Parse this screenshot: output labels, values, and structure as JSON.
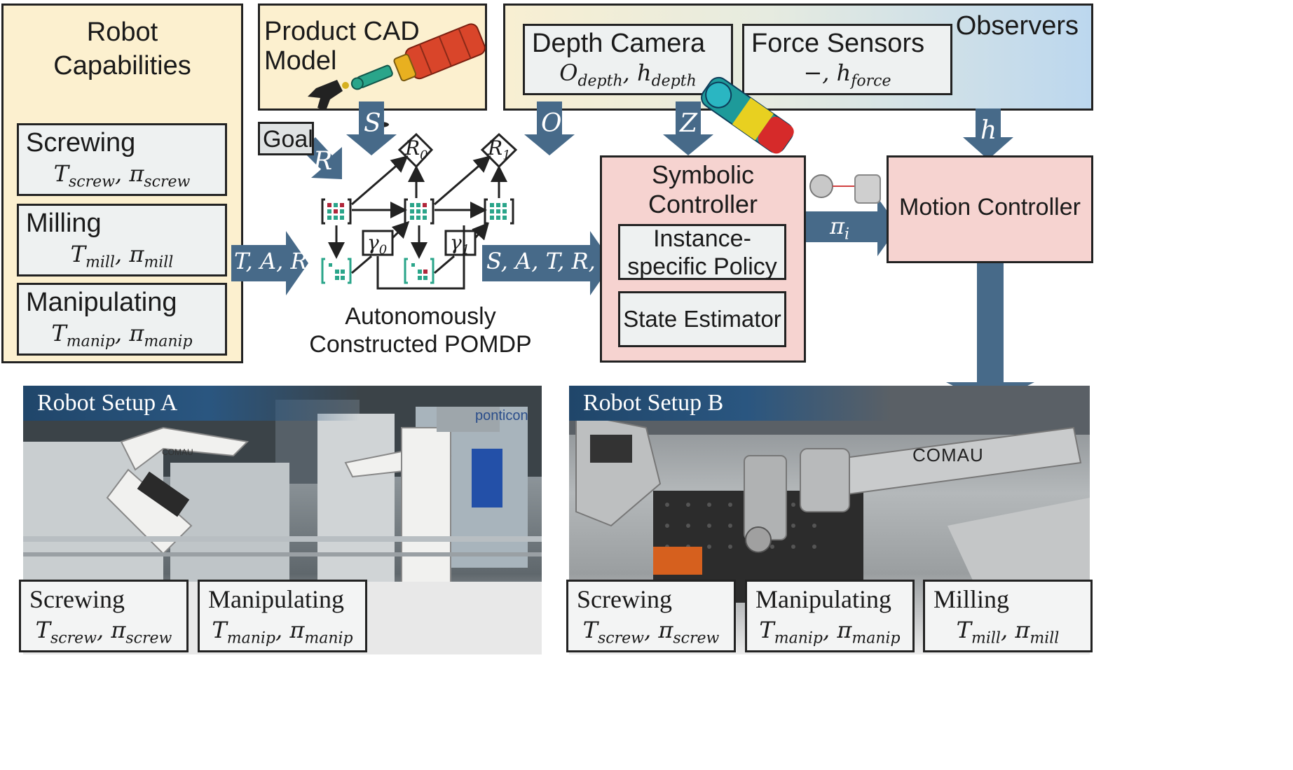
{
  "robot_capabilities": {
    "title_line1": "Robot",
    "title_line2": "Capabilities",
    "items": [
      {
        "name": "Screwing",
        "formula": "T_screw, π_screw"
      },
      {
        "name": "Milling",
        "formula": "T_mill, π_mill"
      },
      {
        "name": "Manipulating",
        "formula": "T_manip, π_manip"
      }
    ]
  },
  "product_cad": {
    "line1": "Product CAD",
    "line2": "Model"
  },
  "observers": {
    "title": "Observers",
    "depth_camera": {
      "name": "Depth Camera",
      "formula": "O_depth, h_depth"
    },
    "force_sensors": {
      "name": "Force Sensors",
      "formula": "−, h_force"
    }
  },
  "goal": {
    "label": "Goal"
  },
  "arrows": {
    "S": "S",
    "R": "R",
    "O": "O",
    "Z": "Z",
    "h": "h",
    "TAR": "T, A, R",
    "SATRO": "S, A, T, R, O",
    "pi_i": "π_i"
  },
  "pomdp": {
    "R0": "R0",
    "R1": "R1",
    "gamma0": "γ0",
    "gamma1": "γ1",
    "caption_line1": "Autonomously",
    "caption_line2": "Constructed POMDP"
  },
  "symbolic_controller": {
    "title_line1": "Symbolic",
    "title_line2": "Controller",
    "policy_line1": "Instance-",
    "policy_line2": "specific Policy",
    "estimator": "State Estimator"
  },
  "motion_controller": {
    "title": "Motion Controller"
  },
  "setup_a": {
    "title": "Robot Setup A",
    "brand_text": "COMAU",
    "wall_text": "ponticon",
    "caps": [
      {
        "name": "Screwing",
        "formula": "T_screw, π_screw"
      },
      {
        "name": "Manipulating",
        "formula": "T_manip, π_manip"
      }
    ]
  },
  "setup_b": {
    "title": "Robot Setup B",
    "brand_text": "COMAU",
    "caps": [
      {
        "name": "Screwing",
        "formula": "T_screw, π_screw"
      },
      {
        "name": "Manipulating",
        "formula": "T_manip, π_manip"
      },
      {
        "name": "Milling",
        "formula": "T_mill, π_mill"
      }
    ]
  },
  "colors": {
    "arrow": "#476a89",
    "yellow_box": "#fcf0cf",
    "red_box": "#f6d3d0",
    "observer_gradient_start": "#f8efd2",
    "observer_gradient_end": "#bcd7ee",
    "banner": "#20466a"
  }
}
